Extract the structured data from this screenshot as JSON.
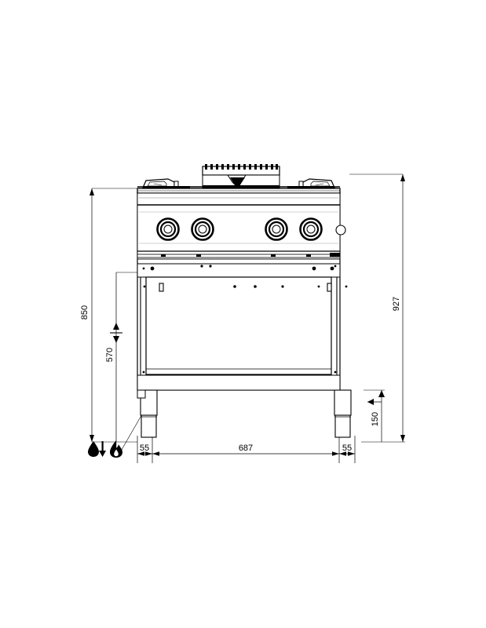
{
  "drawing": {
    "type": "technical-dimension-drawing",
    "subject": "gas-range-cooker-front-elevation",
    "background_color": "#ffffff",
    "line_color": "#000000",
    "units": "mm",
    "dimensions": {
      "overall_height_to_worktop": "850",
      "oven_cavity_height": "570",
      "total_height_with_cooktop": "927",
      "leg_height": "150",
      "left_margin_width": "55",
      "body_width": "687",
      "right_margin_width": "55"
    },
    "labels": {
      "height_850": "850",
      "height_570": "570",
      "height_927": "927",
      "height_150": "150",
      "width_left_55": "55",
      "width_687": "687",
      "width_right_55": "55"
    },
    "symbols": [
      {
        "name": "water-drop-icon",
        "meaning": "water-inlet"
      },
      {
        "name": "down-arrow-icon",
        "meaning": "drain-direction"
      },
      {
        "name": "flame-icon",
        "meaning": "gas-connection"
      }
    ],
    "appliance": {
      "cooktop_burner_count": 4,
      "control_knob_count": 4,
      "indicator_light_count": 1,
      "leg_count": 2,
      "has_oven_door": true
    }
  }
}
